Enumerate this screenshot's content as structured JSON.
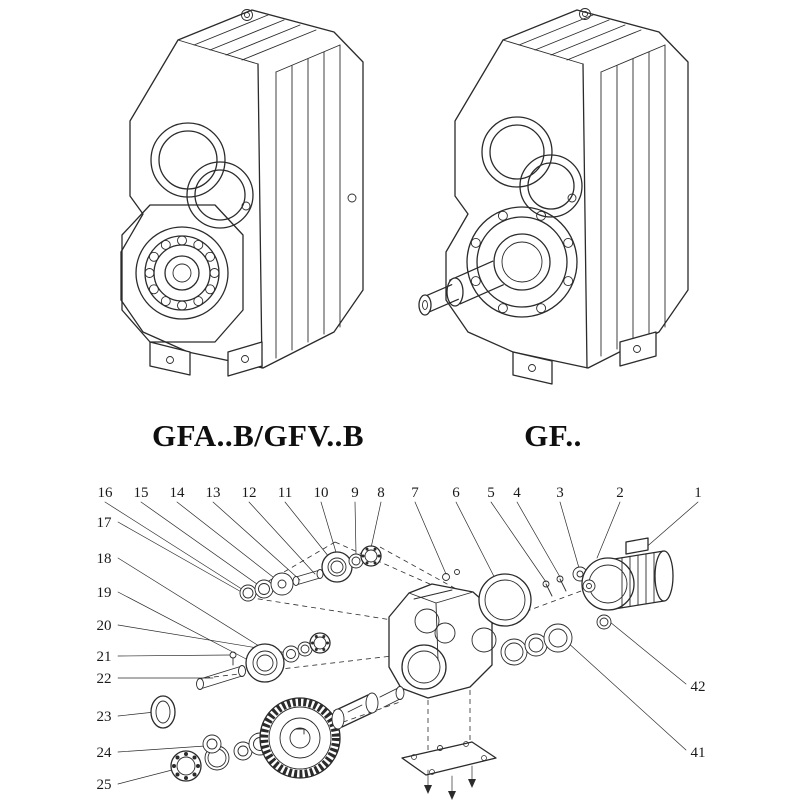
{
  "figure": {
    "type": "exploded-parts-diagram",
    "background": "#ffffff",
    "line_color": "#2b2b2b"
  },
  "models": [
    {
      "label": "GFA..B/GFV..B"
    },
    {
      "label": "GF.."
    }
  ],
  "exploded": {
    "callouts_top": [
      "16",
      "15",
      "14",
      "13",
      "12",
      "11",
      "10",
      "9",
      "8",
      "7",
      "6",
      "5",
      "4",
      "3",
      "2",
      "1"
    ],
    "callouts_left": [
      "17",
      "18",
      "19",
      "20",
      "21",
      "22",
      "23",
      "24",
      "25"
    ],
    "callouts_right": [
      "42",
      "41"
    ]
  }
}
